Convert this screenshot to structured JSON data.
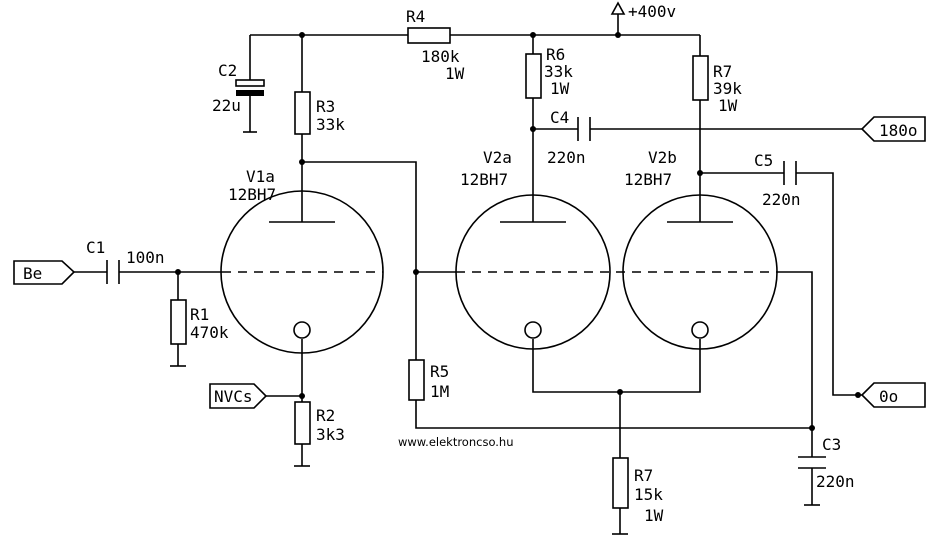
{
  "supply": "+400v",
  "ports": {
    "input": "Be",
    "nvcs": "NVCs",
    "out180": "180o",
    "out0": "0o"
  },
  "components": {
    "C1": {
      "ref": "C1",
      "value": "100n"
    },
    "C2": {
      "ref": "C2",
      "value": "22u"
    },
    "C3": {
      "ref": "C3",
      "value": "220n"
    },
    "C4": {
      "ref": "C4",
      "value": "220n"
    },
    "C5": {
      "ref": "C5",
      "value": "220n"
    },
    "R1": {
      "ref": "R1",
      "value": "470k"
    },
    "R2": {
      "ref": "R2",
      "value": "3k3"
    },
    "R3": {
      "ref": "R3",
      "value": "33k"
    },
    "R4": {
      "ref": "R4",
      "value": "180k",
      "power": "1W"
    },
    "R5": {
      "ref": "R5",
      "value": "1M"
    },
    "R6": {
      "ref": "R6",
      "value": "33k",
      "power": "1W"
    },
    "R7a": {
      "ref": "R7",
      "value": "39k",
      "power": "1W"
    },
    "R7b": {
      "ref": "R7",
      "value": "15k",
      "power": "1W"
    },
    "V1a": {
      "ref": "V1a",
      "type": "12BH7"
    },
    "V2a": {
      "ref": "V2a",
      "type": "12BH7"
    },
    "V2b": {
      "ref": "V2b",
      "type": "12BH7"
    }
  },
  "watermark": "www.elektroncso.hu"
}
